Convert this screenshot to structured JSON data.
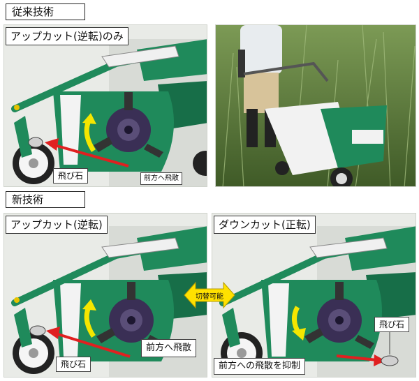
{
  "sections": {
    "conventional": "従来技術",
    "new": "新技術"
  },
  "panels": {
    "upcut_only": {
      "caption": "アップカット(逆転)のみ",
      "stone_label": "飛び石",
      "scatter_label": "前方へ飛散"
    },
    "upcut": {
      "caption": "アップカット(逆転)",
      "stone_label": "飛び石",
      "scatter_label": "前方へ飛散"
    },
    "downcut": {
      "caption": "ダウンカット(正転)",
      "stone_label": "飛び石",
      "suppress_label": "前方への飛散を抑制"
    }
  },
  "switch": {
    "label": "切替可能"
  },
  "colors": {
    "machine_green": "#1f8a5b",
    "machine_dark_green": "#176e48",
    "arrow_red": "#e02020",
    "arrow_yellow": "#f5e600",
    "switch_yellow": "#ffe100"
  }
}
